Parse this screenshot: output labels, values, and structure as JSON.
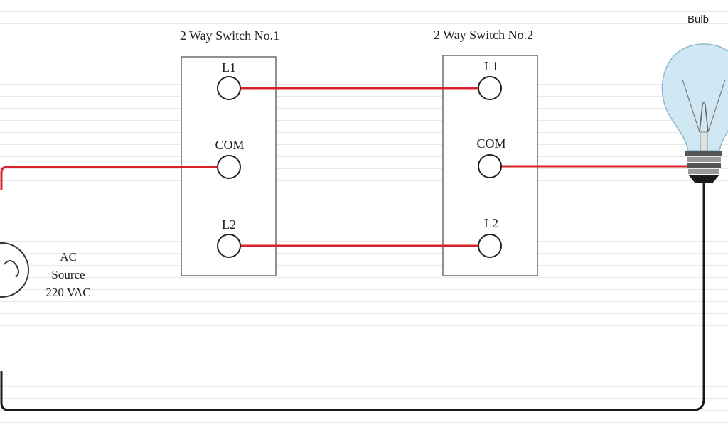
{
  "switches": [
    {
      "title": "2 Way Switch No.1",
      "terminals": [
        "L1",
        "COM",
        "L2"
      ]
    },
    {
      "title": "2 Way Switch No.2",
      "terminals": [
        "L1",
        "COM",
        "L2"
      ]
    }
  ],
  "bulb": {
    "label": "Bulb"
  },
  "source": {
    "line1": "AC",
    "line2": "Source",
    "line3": "220 VAC"
  },
  "colors": {
    "live_wire": "#d8232a",
    "return_wire": "#1a1a1a",
    "bulb_glass": "#cfe8f3"
  }
}
